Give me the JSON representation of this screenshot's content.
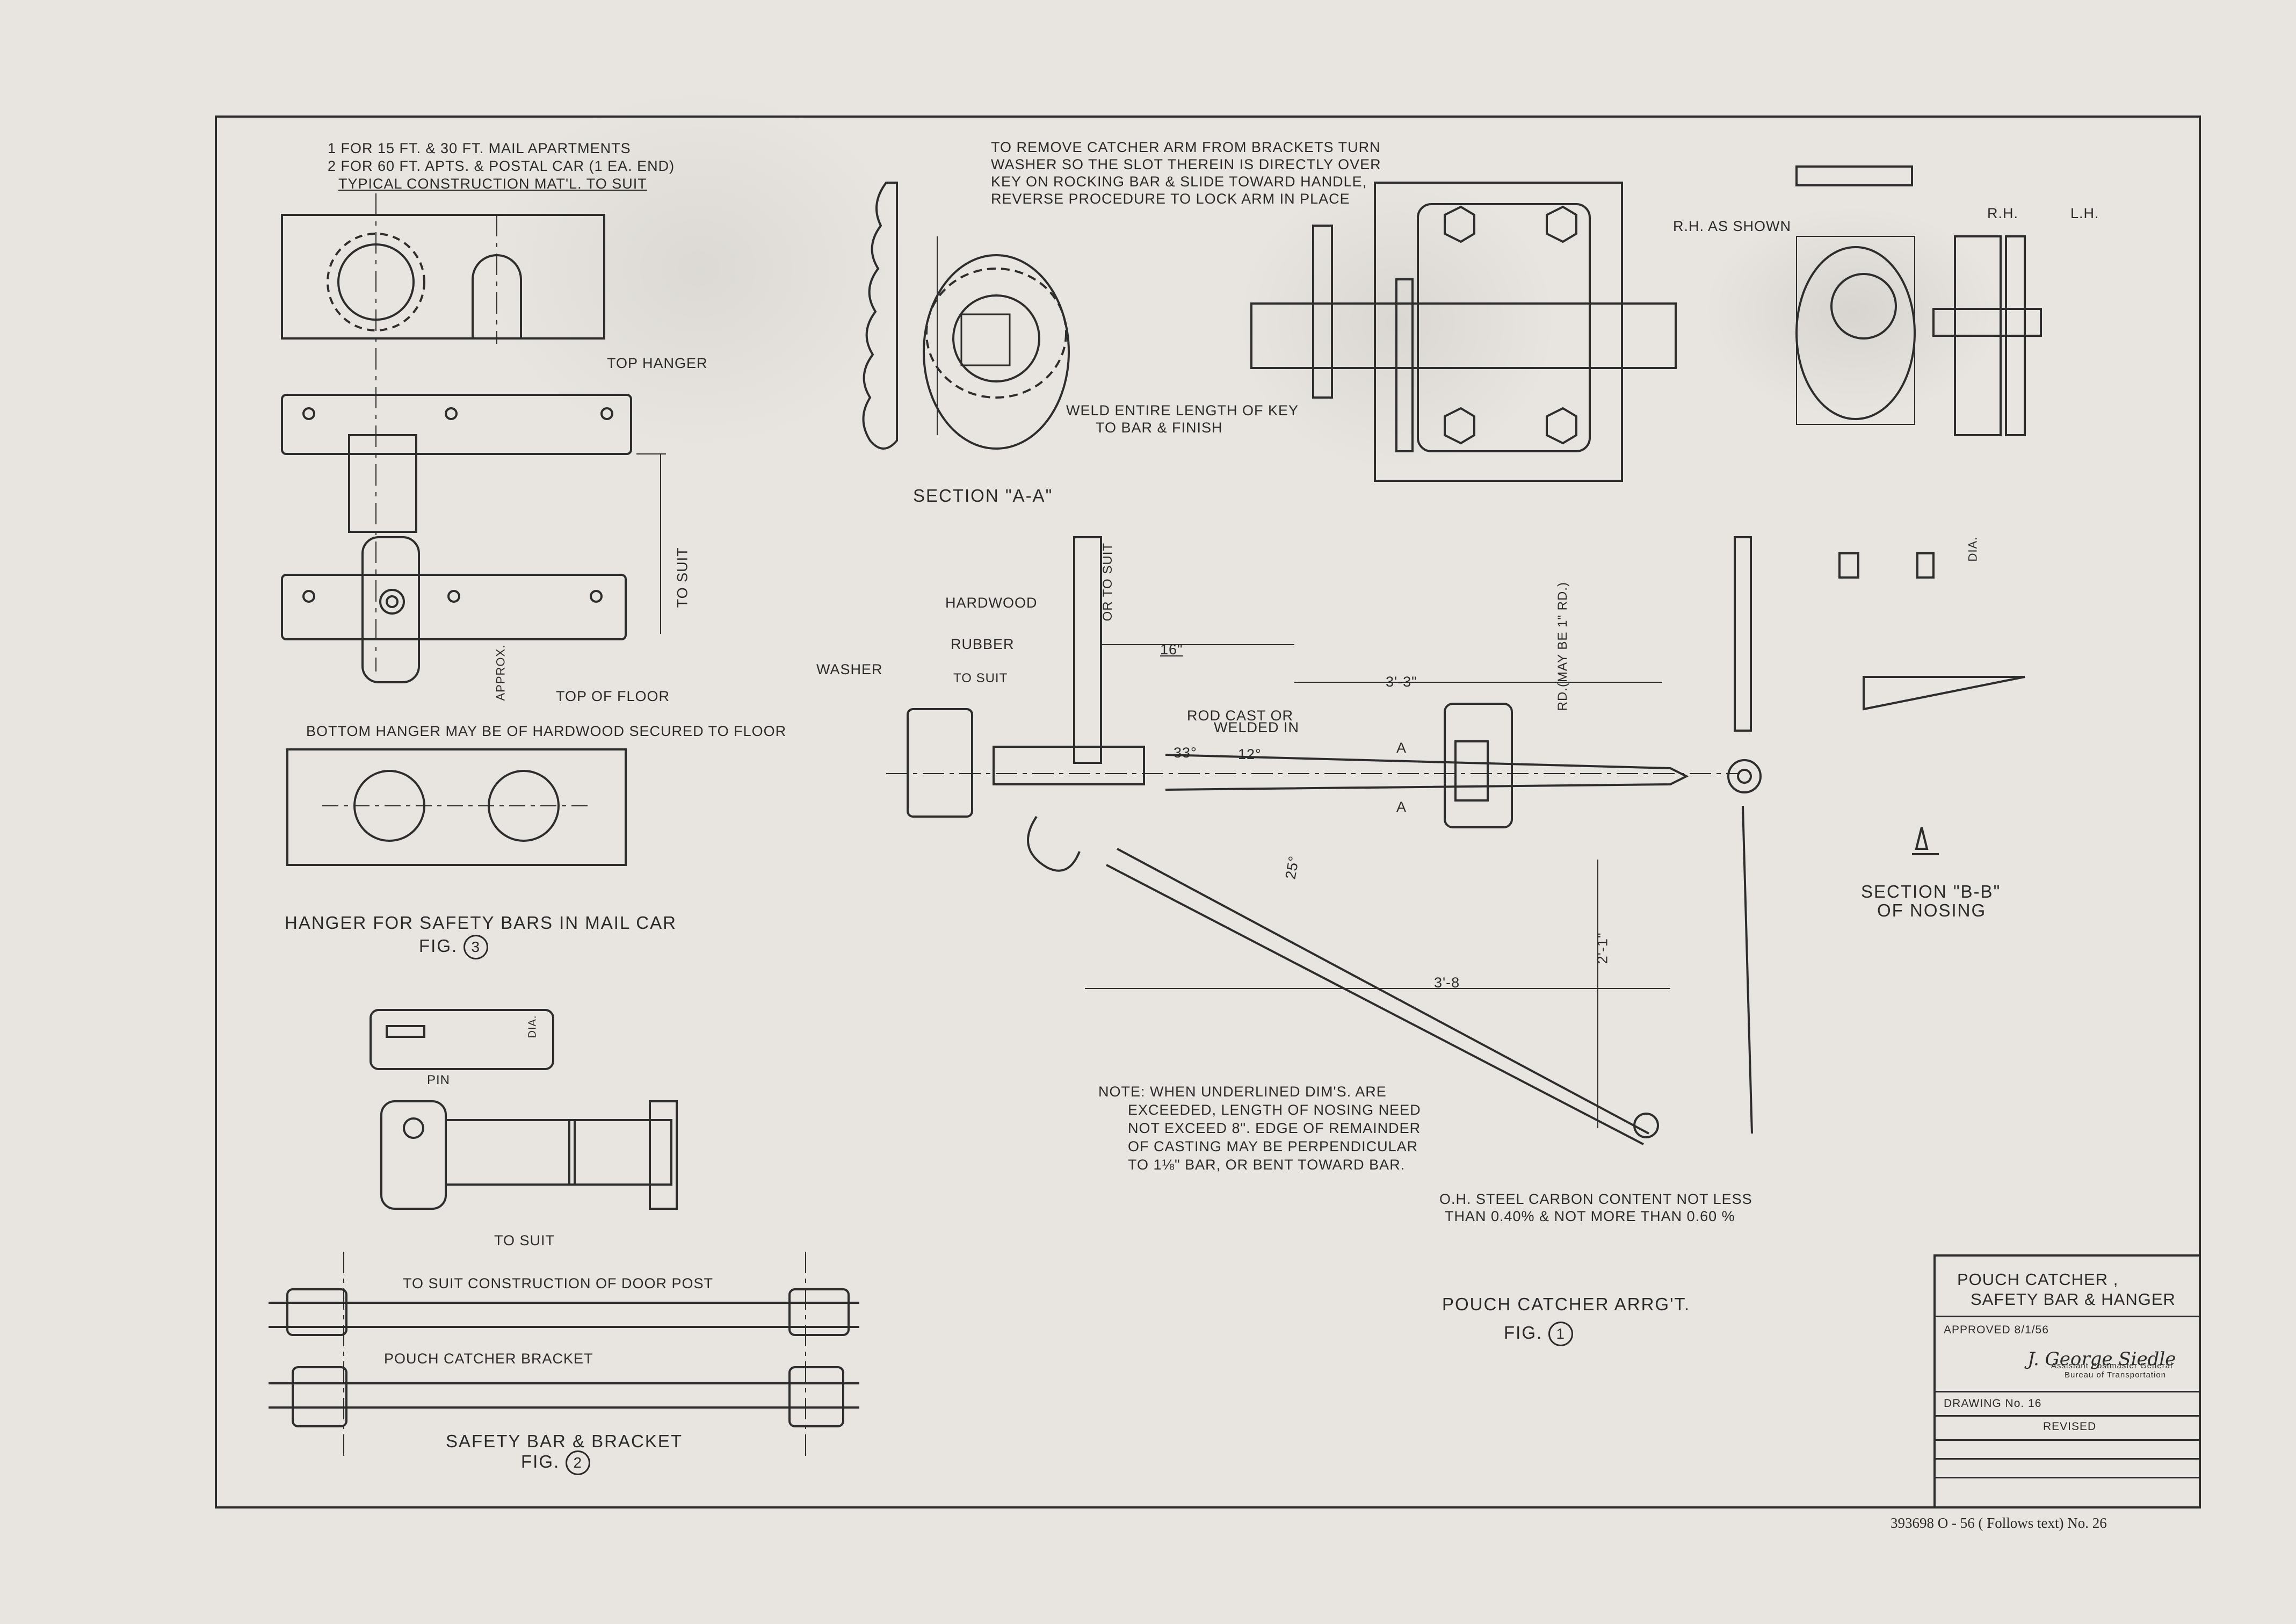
{
  "drawing": {
    "notes_top_left": [
      "1 FOR 15 FT. & 30 FT. MAIL APARTMENTS",
      "2 FOR 60 FT. APTS. & POSTAL CAR (1 EA. END)",
      "TYPICAL CONSTRUCTION MAT'L. TO SUIT"
    ],
    "notes_top_center": [
      "TO REMOVE CATCHER ARM FROM BRACKETS TURN",
      "WASHER SO THE SLOT THEREIN IS DIRECTLY OVER",
      "KEY ON ROCKING BAR & SLIDE TOWARD HANDLE,",
      "REVERSE PROCEDURE TO LOCK ARM IN PLACE"
    ],
    "labels": {
      "top_hanger": "TOP HANGER",
      "to_suit_vertical": "TO SUIT",
      "approx": "APPROX.",
      "top_of_floor": "TOP OF FLOOR",
      "bottom_hanger": "BOTTOM HANGER MAY BE OF HARDWOOD SECURED TO FLOOR",
      "weld_note": "WELD ENTIRE LENGTH OF KEY",
      "weld_note_2": "TO BAR & FINISH",
      "section_aa": "SECTION \"A-A\"",
      "rh_as_shown": "R.H. AS SHOWN",
      "rh": "R.H.",
      "lh": "L.H.",
      "hardwood": "HARDWOOD",
      "rubber": "RUBBER",
      "washer": "WASHER",
      "to_suit_small": "TO SUIT",
      "rod_cast": "ROD CAST OR",
      "rod_cast_2": "WELDED IN",
      "dim_16": "16\"",
      "dim_3_3": "3'-3\"",
      "dim_33": "33°",
      "dim_12": "12°",
      "dim_25": "25°",
      "dim_2_1": "2'-1\"",
      "dim_3_8": "3'-8",
      "rd_note": "RD.(MAY BE 1\" RD.)",
      "or_to_suit": "OR TO SUIT",
      "a_mark": "A",
      "section_bb_1": "SECTION \"B-B\"",
      "section_bb_2": "OF NOSING",
      "dia": "DIA.",
      "pin": "PIN",
      "to_suit_bar": "TO SUIT",
      "to_suit_door": "TO SUIT CONSTRUCTION OF DOOR POST",
      "pouch_bracket": "POUCH CATCHER BRACKET"
    },
    "note_block": [
      "NOTE: WHEN UNDERLINED DIM'S. ARE",
      "EXCEEDED, LENGTH OF NOSING NEED",
      "NOT EXCEED 8\". EDGE OF REMAINDER",
      "OF CASTING MAY BE PERPENDICULAR",
      "TO 1⅛\" BAR, OR BENT TOWARD BAR."
    ],
    "steel_note": [
      "O.H. STEEL CARBON CONTENT NOT LESS",
      "THAN 0.40% & NOT MORE THAN 0.60 %"
    ],
    "fig3_title": "HANGER FOR SAFETY BARS IN MAIL CAR",
    "fig3_num": "FIG.",
    "fig3_circle": "3",
    "fig2_title": "SAFETY BAR & BRACKET",
    "fig2_num": "FIG.",
    "fig2_circle": "2",
    "fig1_title": "POUCH CATCHER ARRG'T.",
    "fig1_num": "FIG.",
    "fig1_circle": "1"
  },
  "title_block": {
    "title_1": "POUCH CATCHER ,",
    "title_2": "SAFETY BAR & HANGER",
    "approved": "APPROVED 8/1/56",
    "signature": "J. George Siedle",
    "signer_role_1": "Assistant Postmaster General",
    "signer_role_2": "Bureau of Transportation",
    "drawing_no": "DRAWING No. 16",
    "revised": "REVISED"
  },
  "footer": "393698 O - 56  ( Follows text)  No. 26"
}
